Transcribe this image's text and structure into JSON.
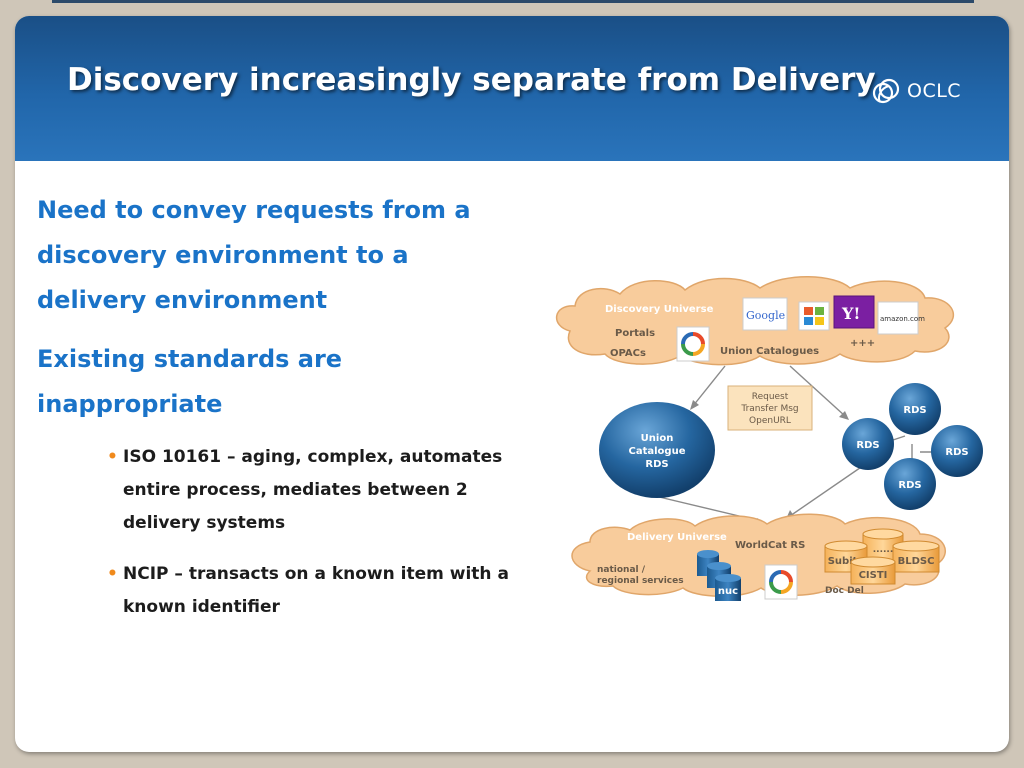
{
  "slide": {
    "title": "Discovery increasingly separate from Delivery",
    "logo_text": "OCLC"
  },
  "content": {
    "lead1": [
      "Need to convey requests from a",
      "discovery environment to a",
      "delivery environment"
    ],
    "lead2": [
      "Existing standards are",
      "inappropriate"
    ],
    "bullets": [
      {
        "lines": [
          "ISO 10161 – aging, complex, automates",
          "entire process, mediates between 2",
          "delivery systems"
        ]
      },
      {
        "lines": [
          "NCIP – transacts on a known item with a",
          "known identifier"
        ]
      }
    ]
  },
  "diagram": {
    "discovery": {
      "title": "Discovery Universe",
      "portals": "Portals",
      "opacs": "OPACs",
      "union": "Union Catalogues",
      "plus": "+++",
      "google": "Google",
      "yahoo": "Y!",
      "amazon": "amazon.com"
    },
    "request_box": [
      "Request",
      "Transfer Msg",
      "OpenURL"
    ],
    "union_rds": [
      "Union",
      "Catalogue",
      "RDS"
    ],
    "rds": "RDS",
    "delivery": {
      "title": "Delivery Universe",
      "worldcat": "WorldCat RS",
      "national": [
        "national /",
        "regional services"
      ],
      "nuc": "nuc",
      "subito": "Subito",
      "dots": "......",
      "cisti": "CISTI",
      "bldsc": "BLDSC",
      "docdel": "Doc Del"
    }
  },
  "colors": {
    "header": "#2166aa",
    "lead_text": "#1a73c8",
    "bullet": "#f08a1c",
    "cloud": "#f8cc9c",
    "sphere": "#1f5f95"
  }
}
